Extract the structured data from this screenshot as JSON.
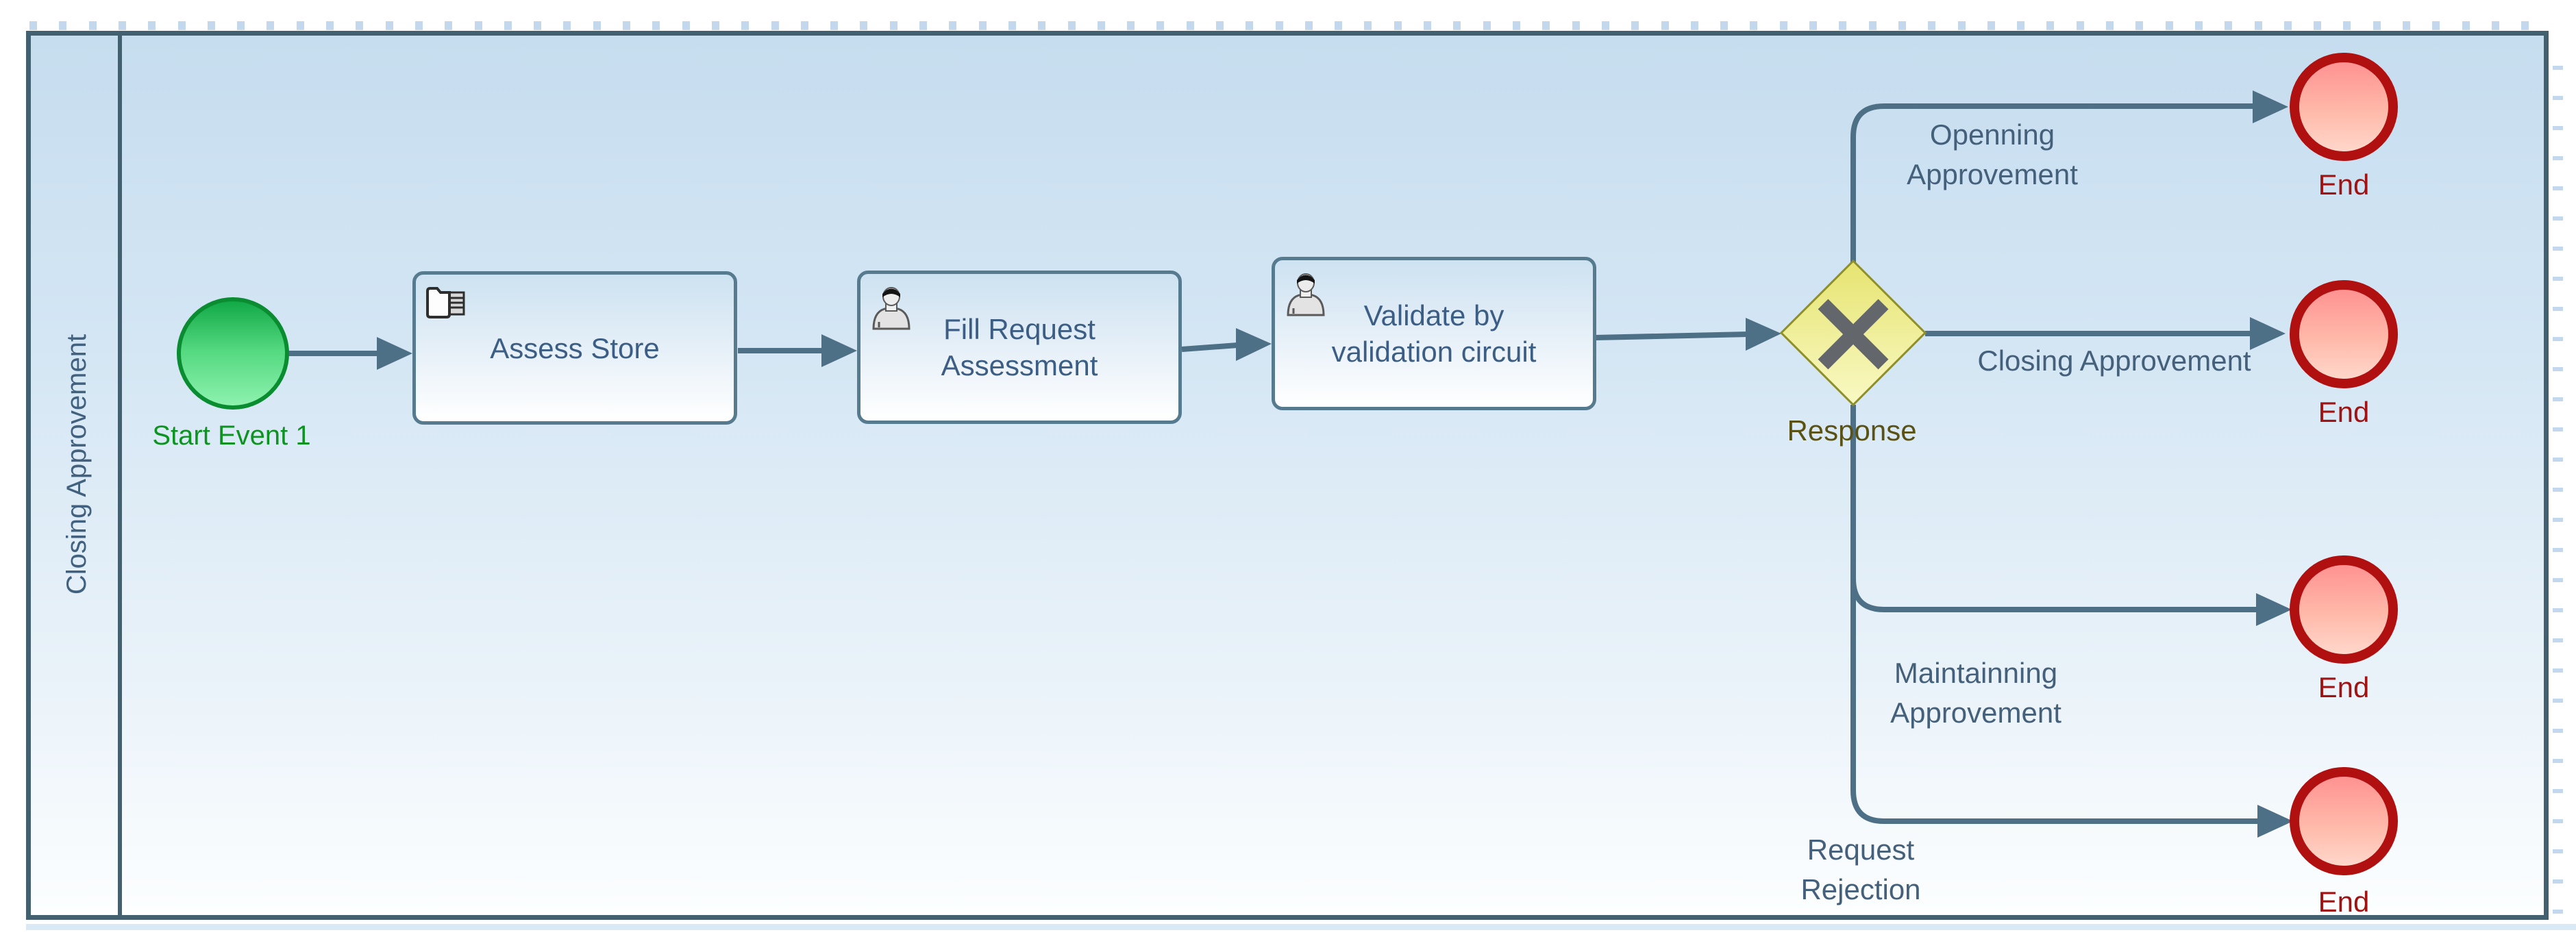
{
  "pool": {
    "lane_label": "Closing Approvement"
  },
  "start_event": {
    "label": "Start Event 1"
  },
  "tasks": [
    {
      "label": "Assess Store",
      "icon": "folder-icon"
    },
    {
      "label": "Fill Request Assessment",
      "icon": "user-icon"
    },
    {
      "label": "Validate by validation circuit",
      "icon": "user-icon"
    }
  ],
  "gateway": {
    "label": "Response",
    "type": "exclusive-x"
  },
  "flows": [
    {
      "label": "Openning Approvement",
      "end_label": "End"
    },
    {
      "label": "Closing Approvement",
      "end_label": "End"
    },
    {
      "label": "Maintainning Approvement",
      "end_label": "End"
    },
    {
      "label": "Request Rejection",
      "end_label": "End"
    }
  ],
  "colors": {
    "flow_line": "#4e7086",
    "pool_border": "#42606f",
    "task_border": "#567a8e",
    "task_text": "#3c5e84",
    "start_green": "#0e9323",
    "end_border_red": "#b11010",
    "end_label_red": "#a11212",
    "gateway_yellow": "#e9e87d",
    "response_label": "#5a5214"
  }
}
